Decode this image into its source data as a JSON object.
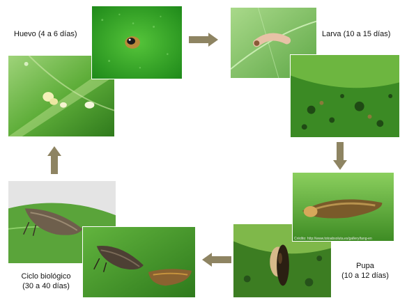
{
  "stages": {
    "huevo": {
      "label": "Huevo (4 a 6 días)"
    },
    "larva": {
      "label": "Larva (10 a 15 días)"
    },
    "pupa": {
      "line1": "Pupa",
      "line2": "(10 a 12 días)"
    },
    "adulto": {
      "line1": "Ciclo biológico",
      "line2": "(30 a 40 días)"
    }
  },
  "photo_credit": "Crédito: http://www.totoabsoluta.es/gallery/tang-en",
  "colors": {
    "arrow": "#8e8462",
    "leaf_dark": "#2f7a1c",
    "leaf_light": "#7cc04a"
  },
  "icons": {
    "arrow_right": "arrow-right-icon",
    "arrow_down": "arrow-down-icon",
    "arrow_left": "arrow-left-icon",
    "arrow_up": "arrow-up-icon"
  }
}
